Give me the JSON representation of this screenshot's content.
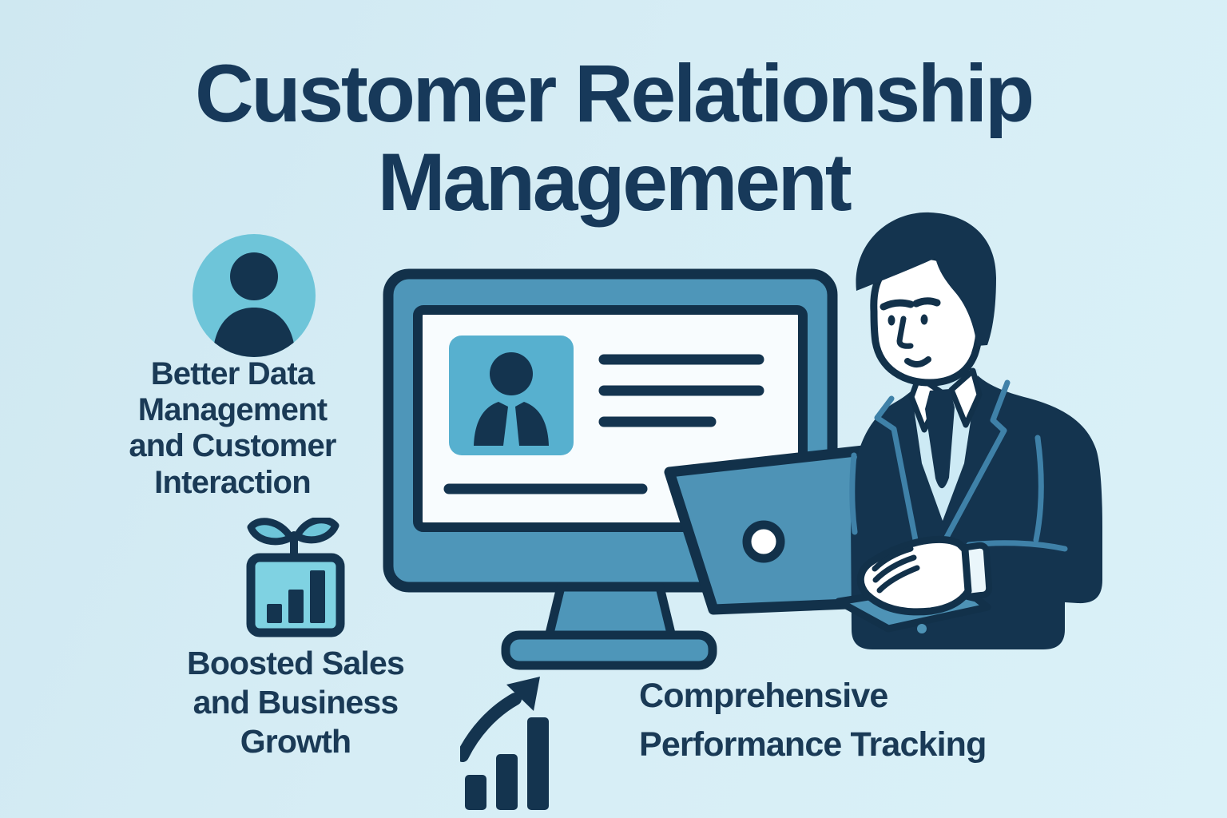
{
  "title": "Customer Relationship Management",
  "features": [
    {
      "icon": "user-avatar",
      "label": "Better Data Management and Customer Interaction"
    },
    {
      "icon": "growth-gift-box",
      "label": "Boosted Sales and Business Growth"
    },
    {
      "icon": "rising-arrow-chart",
      "label": "Comprehensive Performance Tracking"
    }
  ],
  "illustration": {
    "monitor_screen": "crm-contact-card-with-text-lines",
    "laptop": "laptop-with-circle-logo",
    "person": "businessman-in-suit-typing-on-laptop"
  },
  "colors": {
    "background": "#d6edf5",
    "text_navy": "#1a3a56",
    "ink_navy": "#14344f",
    "outline_navy": "#12314a",
    "mid_blue": "#4e96b9",
    "laptop_blue": "#4e93b6",
    "avatar_teal": "#6ec5d9",
    "card_teal": "#57b0cf",
    "box_teal": "#7fd2e2",
    "screen_white": "#f8fcfe",
    "shirt_blue": "#cdeaf5",
    "lapel_line_blue": "#3f81a8"
  }
}
